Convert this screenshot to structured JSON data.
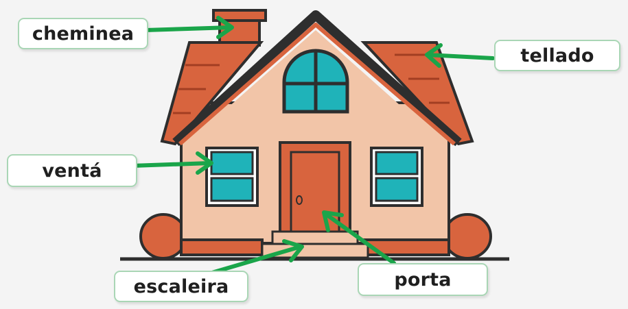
{
  "labels": {
    "cheminea": "cheminea",
    "tellado": "tellado",
    "venta": "ventá",
    "escaleira": "escaleira",
    "porta": "porta"
  },
  "colors": {
    "background": "#f4f4f4",
    "roof": "#d8643e",
    "wall": "#f2c5a8",
    "window_glass": "#1fb3b9",
    "outline": "#2e2e2e",
    "arrow": "#1aa54a",
    "label_border": "#a9d6b5"
  },
  "icons": {
    "arrow": "green-arrow"
  }
}
